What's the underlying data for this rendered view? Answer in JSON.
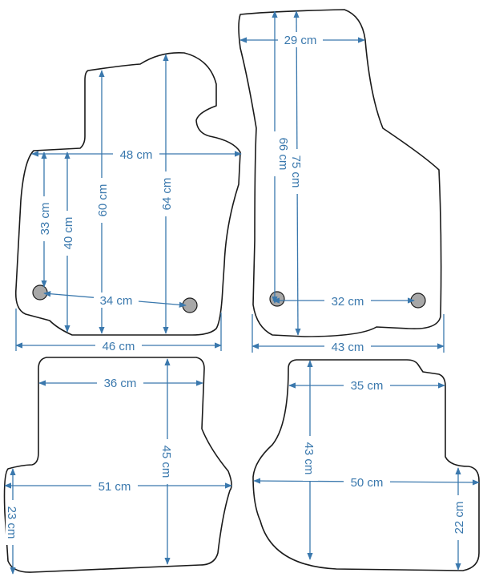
{
  "mats": [
    {
      "id": "front-left",
      "dimensions": [
        {
          "id": "width-top",
          "label": "48 cm"
        },
        {
          "id": "height-33",
          "label": "33 cm"
        },
        {
          "id": "height-40",
          "label": "40 cm"
        },
        {
          "id": "height-60",
          "label": "60 cm"
        },
        {
          "id": "height-64",
          "label": "64 cm"
        },
        {
          "id": "clip-distance",
          "label": "34 cm"
        },
        {
          "id": "width-bottom",
          "label": "46 cm"
        }
      ]
    },
    {
      "id": "front-right",
      "dimensions": [
        {
          "id": "width-top",
          "label": "29 cm"
        },
        {
          "id": "height-66",
          "label": "66 cm"
        },
        {
          "id": "height-75",
          "label": "75 cm"
        },
        {
          "id": "clip-distance",
          "label": "32 cm"
        },
        {
          "id": "width-bottom",
          "label": "43 cm"
        }
      ]
    },
    {
      "id": "rear-left",
      "dimensions": [
        {
          "id": "width-top",
          "label": "36 cm"
        },
        {
          "id": "height-45",
          "label": "45 cm"
        },
        {
          "id": "width-middle",
          "label": "51 cm"
        },
        {
          "id": "height-23",
          "label": "23 cm"
        }
      ]
    },
    {
      "id": "rear-right",
      "dimensions": [
        {
          "id": "width-top",
          "label": "35 cm"
        },
        {
          "id": "height-43",
          "label": "43 cm"
        },
        {
          "id": "width-middle",
          "label": "50 cm"
        },
        {
          "id": "height-22",
          "label": "22 cm"
        }
      ]
    }
  ],
  "colors": {
    "dimension_line": "#3a78ad",
    "outline": "#1a1a1a",
    "clip_fill": "#a8a8a8"
  }
}
